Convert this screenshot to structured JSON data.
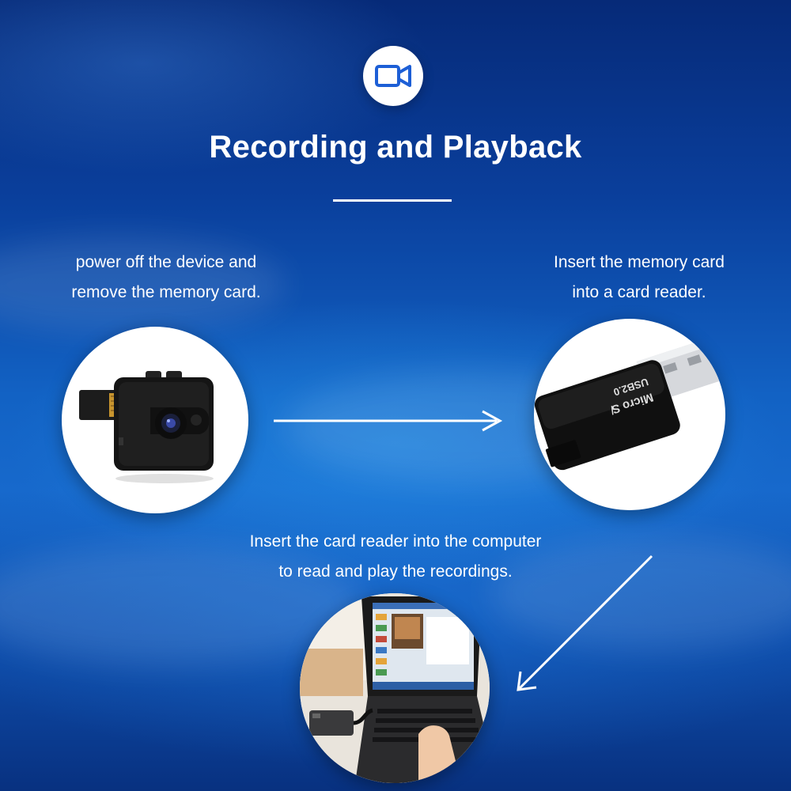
{
  "header": {
    "icon": "video-camera-icon",
    "title": "Recording and Playback"
  },
  "steps": [
    {
      "lines": [
        "power off the device and",
        "remove the memory card."
      ],
      "image": "mini-camera-with-memory-card"
    },
    {
      "lines": [
        "Insert the memory card",
        "into a card reader."
      ],
      "image": "usb-card-reader",
      "reader_label": [
        "Micro S̸",
        "USB2.0"
      ]
    },
    {
      "lines": [
        "Insert the card reader into the computer",
        "to read and play the recordings."
      ],
      "image": "laptop-with-card-reader"
    }
  ],
  "colors": {
    "accent": "#1d5fd6",
    "text": "#ffffff"
  }
}
